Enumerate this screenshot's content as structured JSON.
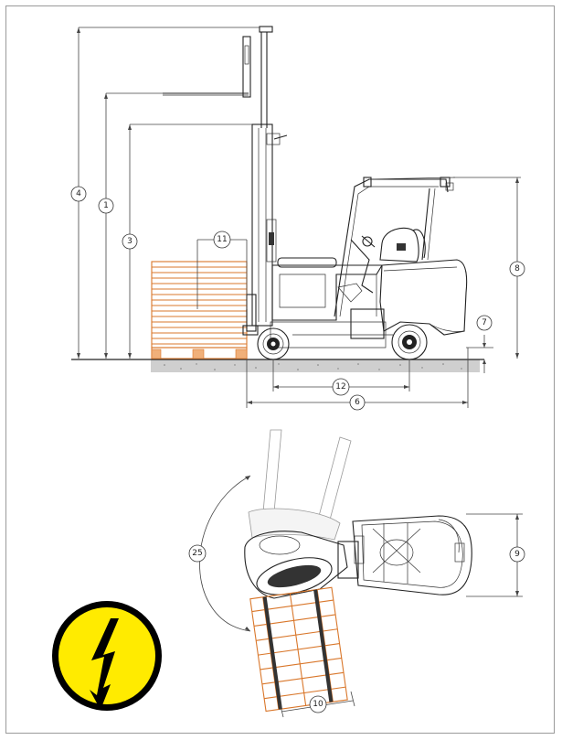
{
  "callouts": {
    "c1": "1",
    "c3": "3",
    "c4": "4",
    "c6": "6",
    "c7": "7",
    "c8": "8",
    "c9": "9",
    "c10": "10",
    "c11": "11",
    "c12": "12",
    "c25": "25"
  },
  "icons": {
    "warning": "high-voltage-warning-icon"
  },
  "colors": {
    "pallet": "#d9772b",
    "warning_fill": "#ffeb00",
    "line": "#222222",
    "ground": "#bdbdbd"
  }
}
